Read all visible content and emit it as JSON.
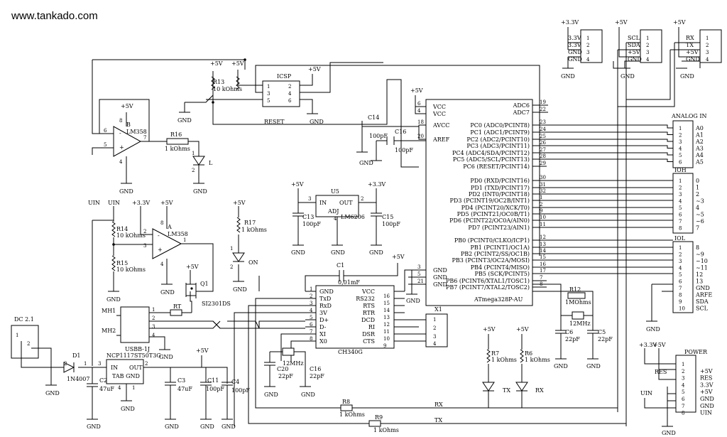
{
  "site": "www.tankado.com",
  "power": {
    "vcc": "+5V",
    "v33": "+3.3V",
    "gnd": "GND",
    "uin": "UIN"
  },
  "connectors": {
    "dc": {
      "ref": "DC 2.1",
      "pins": [
        "1",
        "2"
      ]
    },
    "usb": {
      "ref": "USBB-1J",
      "mh1": "MH1",
      "mh2": "MH2",
      "pins": [
        "1",
        "2",
        "3",
        "4"
      ]
    },
    "icsp": {
      "ref": "ICSP",
      "pins": [
        "1",
        "2",
        "3",
        "4",
        "5",
        "6"
      ]
    },
    "top1": {
      "labels": [
        "3.3V",
        "3.3V",
        "GND",
        "GND"
      ],
      "pins": [
        "1",
        "2",
        "3",
        "4"
      ]
    },
    "top2": {
      "labels": [
        "SCL",
        "SDA",
        "+5V",
        "GND"
      ],
      "pins": [
        "1",
        "2",
        "3",
        "4"
      ]
    },
    "top3": {
      "labels": [
        "RX",
        "TX",
        "+5V",
        "GND"
      ],
      "pins": [
        "1",
        "2",
        "3",
        "4"
      ]
    },
    "analog": {
      "title": "ANALOG IN",
      "labels": [
        "A0",
        "A1",
        "A2",
        "A3",
        "A4",
        "A5"
      ],
      "pins": [
        "1",
        "2",
        "3",
        "4",
        "5",
        "6"
      ]
    },
    "ioh": {
      "title": "IOH",
      "labels": [
        "0",
        "1",
        "2",
        "~3",
        "4",
        "~5",
        "~6",
        "7"
      ],
      "pins": [
        "1",
        "2",
        "3",
        "4",
        "5",
        "6",
        "7",
        "8"
      ]
    },
    "iol": {
      "title": "IOL",
      "labels": [
        "8",
        "~9",
        "~10",
        "~11",
        "12",
        "13",
        "GND",
        "ARFE",
        "SDA",
        "SCL"
      ],
      "pins": [
        "1",
        "2",
        "3",
        "4",
        "5",
        "6",
        "7",
        "8",
        "9",
        "10"
      ]
    },
    "power": {
      "title": "POWER",
      "labels": [
        "",
        "+5V",
        "RES",
        "3.3V",
        "+5V",
        "GND",
        "GND",
        "UIN"
      ],
      "pins": [
        "1",
        "2",
        "3",
        "4",
        "5",
        "6",
        "7",
        "8"
      ],
      "res": "RES"
    }
  },
  "mcu": {
    "part": "ATmega328P-AU",
    "left": [
      {
        "num": "6",
        "name": "VCC"
      },
      {
        "num": "4",
        "name": "VCC"
      },
      {
        "num": "18",
        "name": "AVCC"
      },
      {
        "num": "20",
        "name": "AREF"
      },
      {
        "num": "3",
        "name": "GND"
      },
      {
        "num": "5",
        "name": "GND"
      },
      {
        "num": "21",
        "name": "GND"
      }
    ],
    "right": [
      {
        "num": "19",
        "name": "ADC6"
      },
      {
        "num": "22",
        "name": "ADC7"
      },
      {
        "num": "23",
        "name": "PC0 (ADC0/PCINT8)"
      },
      {
        "num": "24",
        "name": "PC1 (ADC1/PCINT9)"
      },
      {
        "num": "25",
        "name": "PC2 (ADC2/PCINT10)"
      },
      {
        "num": "26",
        "name": "PC3 (ADC3/PCINT11)"
      },
      {
        "num": "27",
        "name": "PC4 (ADC4/SDA/PCINT12)"
      },
      {
        "num": "28",
        "name": "PC5 (ADC5/SCL/PCINT13)"
      },
      {
        "num": "29",
        "name": "PC6 (RESET/PCINT14)"
      },
      {
        "num": "30",
        "name": "PD0 (RXD/PCINT16)"
      },
      {
        "num": "31",
        "name": "PD1 (TXD/PCINT17)"
      },
      {
        "num": "32",
        "name": "PD2 (INT0/PCINT18)"
      },
      {
        "num": "1",
        "name": "PD3 (PCINT19/OC2B/INT1)"
      },
      {
        "num": "2",
        "name": "PD4 (PCINT20/XCK/T0)"
      },
      {
        "num": "9",
        "name": "PD5 (PCINT21/OC0B/T1)"
      },
      {
        "num": "10",
        "name": "PD6 (PCINT22/OC0A/AIN0)"
      },
      {
        "num": "11",
        "name": "PD7 (PCINT23/AIN1)"
      },
      {
        "num": "12",
        "name": "PB0 (PCINT0/CLKO/ICP1)"
      },
      {
        "num": "13",
        "name": "PB1 (PCINT1/OC1A)"
      },
      {
        "num": "14",
        "name": "PB2 (PCINT2/SS/OC1B)"
      },
      {
        "num": "15",
        "name": "PB3 (PCINT3/OC2A/MOSI)"
      },
      {
        "num": "16",
        "name": "PB4 (PCINT4/MISO)"
      },
      {
        "num": "17",
        "name": "PB5 (SCK/PCINT5)"
      },
      {
        "num": "7",
        "name": "PB6 (PCINT6/XTAL1/TOSC1)"
      },
      {
        "num": "8",
        "name": "PB7 (PCINT7/XTAL2/TOSC2)"
      }
    ]
  },
  "ch340": {
    "part": "CH340G",
    "left": [
      {
        "num": "1",
        "name": "GND"
      },
      {
        "num": "2",
        "name": "TxD"
      },
      {
        "num": "3",
        "name": "RxD"
      },
      {
        "num": "4",
        "name": "3V"
      },
      {
        "num": "5",
        "name": "D+"
      },
      {
        "num": "6",
        "name": "D-"
      },
      {
        "num": "7",
        "name": "XI"
      },
      {
        "num": "8",
        "name": "X0"
      }
    ],
    "right": [
      {
        "num": "16",
        "name": "VCC"
      },
      {
        "num": "15",
        "name": "RS232"
      },
      {
        "num": "14",
        "name": "RTS"
      },
      {
        "num": "13",
        "name": "RTR"
      },
      {
        "num": "12",
        "name": "DCD"
      },
      {
        "num": "11",
        "name": "RI"
      },
      {
        "num": "10",
        "name": "DSR"
      },
      {
        "num": "9",
        "name": "CTS"
      }
    ]
  },
  "x1": {
    "ref": "X1",
    "pins": [
      "1",
      "2",
      "3",
      "4"
    ]
  },
  "regulators": {
    "u5": {
      "ref": "U5",
      "part": "LM6206",
      "in": "IN",
      "out": "OUT",
      "adj": "ADJ",
      "pins": [
        "3",
        "2",
        "4"
      ]
    },
    "ncp": {
      "ref": "NCP1117ST50T3G",
      "in": "IN",
      "out": "OUT",
      "tab": "TAB GND",
      "pins": [
        "3",
        "2",
        "4",
        "1"
      ]
    }
  },
  "opamps": {
    "b": {
      "ref": "B",
      "part": "LM358",
      "pins": [
        "6",
        "5",
        "7",
        "8",
        "4"
      ]
    },
    "a": {
      "ref": "A",
      "part": "LM358",
      "pins": [
        "2",
        "3",
        "1",
        "8",
        "4"
      ]
    }
  },
  "q1": {
    "ref": "Q1",
    "part": "SI2301DS"
  },
  "d1": {
    "ref": "D1",
    "part": "1N4007",
    "pins": [
      "2",
      "1"
    ]
  },
  "rt": "RT",
  "resistors": {
    "r13": "R13",
    "r13v": "10 kOhms",
    "r16": "R16",
    "r16v": "1 kOhms",
    "r17": "R17",
    "r17v": "1 kOhms",
    "r14": "R14",
    "r14v": "10 kOhms",
    "r15": "R15",
    "r15v": "10 kOhms",
    "r7": "R7",
    "r7v": "1 kOhms",
    "r6": "R6",
    "r6v": "1 kOhms",
    "r8": "R8",
    "r8v": "1 kOhms",
    "r9": "R9",
    "r9v": "1 kOhms",
    "r12": "R12",
    "r12v": "1MOhms"
  },
  "caps": {
    "c14": "C14",
    "c14v": "100pF",
    "c16a": "C16",
    "c16av": "100pF",
    "c13": "C13",
    "c13v": "100pF",
    "c15": "C15",
    "c15v": "100pF",
    "c1": "C1",
    "c1v": "0,01mF",
    "c20": "C20",
    "c20v": "22pF",
    "c16b": "C16",
    "c16bv": "22pF",
    "c2": "C2",
    "c2v": "47uF",
    "c3": "C3",
    "c3v": "47uF",
    "c11": "C11",
    "c11v": "100pF",
    "c4": "C4",
    "c4v": "100pF",
    "c6": "C6",
    "c6v": "22pF",
    "c5": "C5",
    "c5v": "22pF"
  },
  "crystal": "12MHz",
  "leds": {
    "l": "L",
    "on": "ON",
    "tx": "TX",
    "rx": "RX"
  },
  "nets": {
    "reset": "RESET",
    "rx": "RX",
    "tx": "TX"
  }
}
